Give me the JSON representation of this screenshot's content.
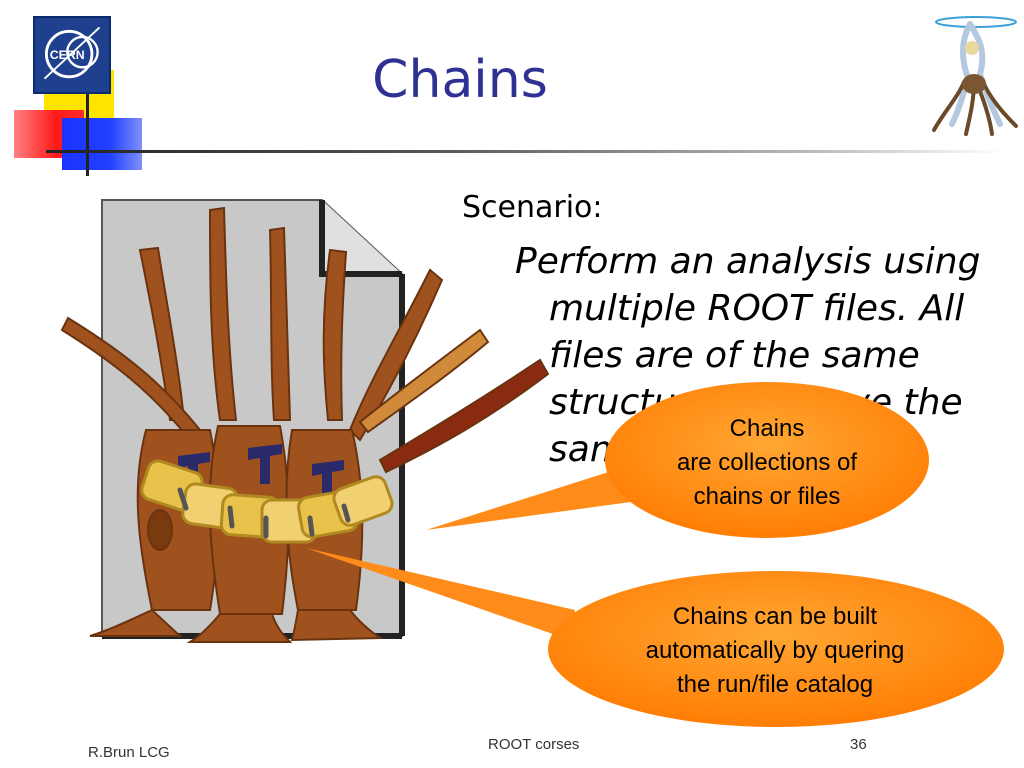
{
  "slide": {
    "title": "Chains",
    "logo_text": "CERN",
    "scenario": {
      "heading": "Scenario:",
      "body": "Perform an analysis using multiple ROOT files. All files are of the same structure and have the same"
    },
    "callouts": [
      {
        "lines": [
          "Chains",
          "are collections of",
          "chains or files"
        ]
      },
      {
        "lines": [
          "Chains can be built",
          "automatically by quering",
          "the run/file catalog"
        ]
      }
    ],
    "footer": {
      "author": "R.Brun LCG",
      "course": "ROOT corses",
      "page": "36"
    }
  },
  "colors": {
    "title": "#2e3192",
    "callout_fill": "#ff8c1a",
    "callout_edge": "#ff6a00",
    "tree_brown": "#a0521e",
    "chain_gold": "#e8c24a"
  },
  "icons": [
    "cern-logo-icon",
    "root-mascot-icon",
    "file-document-icon",
    "tree-icon",
    "chain-icon"
  ]
}
